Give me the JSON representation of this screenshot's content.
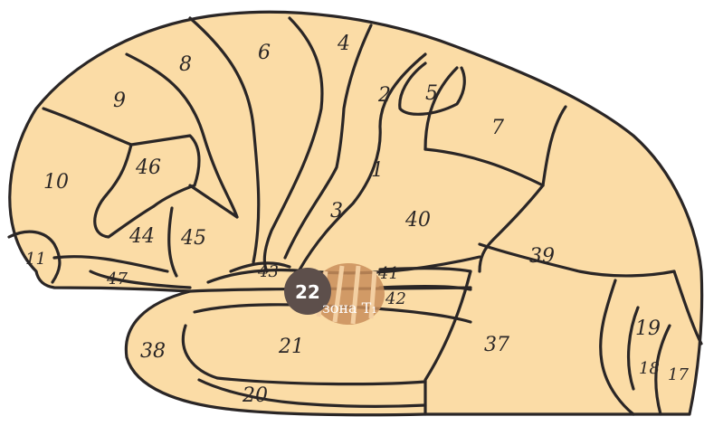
{
  "colors": {
    "fill": "#fbdca6",
    "ink": "#2a2626",
    "badge": "#5d4f4b",
    "zone": "#c98e5a",
    "zone_stripe": "#f3cfa2"
  },
  "labels": {
    "a1": "1",
    "a2": "2",
    "a3": "3",
    "a4": "4",
    "a5": "5",
    "a6": "6",
    "a7": "7",
    "a8": "8",
    "a9": "9",
    "a10": "10",
    "a11": "11",
    "a17": "17",
    "a18": "18",
    "a19": "19",
    "a20": "20",
    "a21": "21",
    "a22": "22",
    "a37": "37",
    "a38": "38",
    "a39": "39",
    "a40": "40",
    "a41": "41",
    "a42": "42",
    "a43": "43",
    "a44": "44",
    "a45": "45",
    "a46": "46",
    "a47": "47"
  },
  "zone_label": "зона Т₁"
}
